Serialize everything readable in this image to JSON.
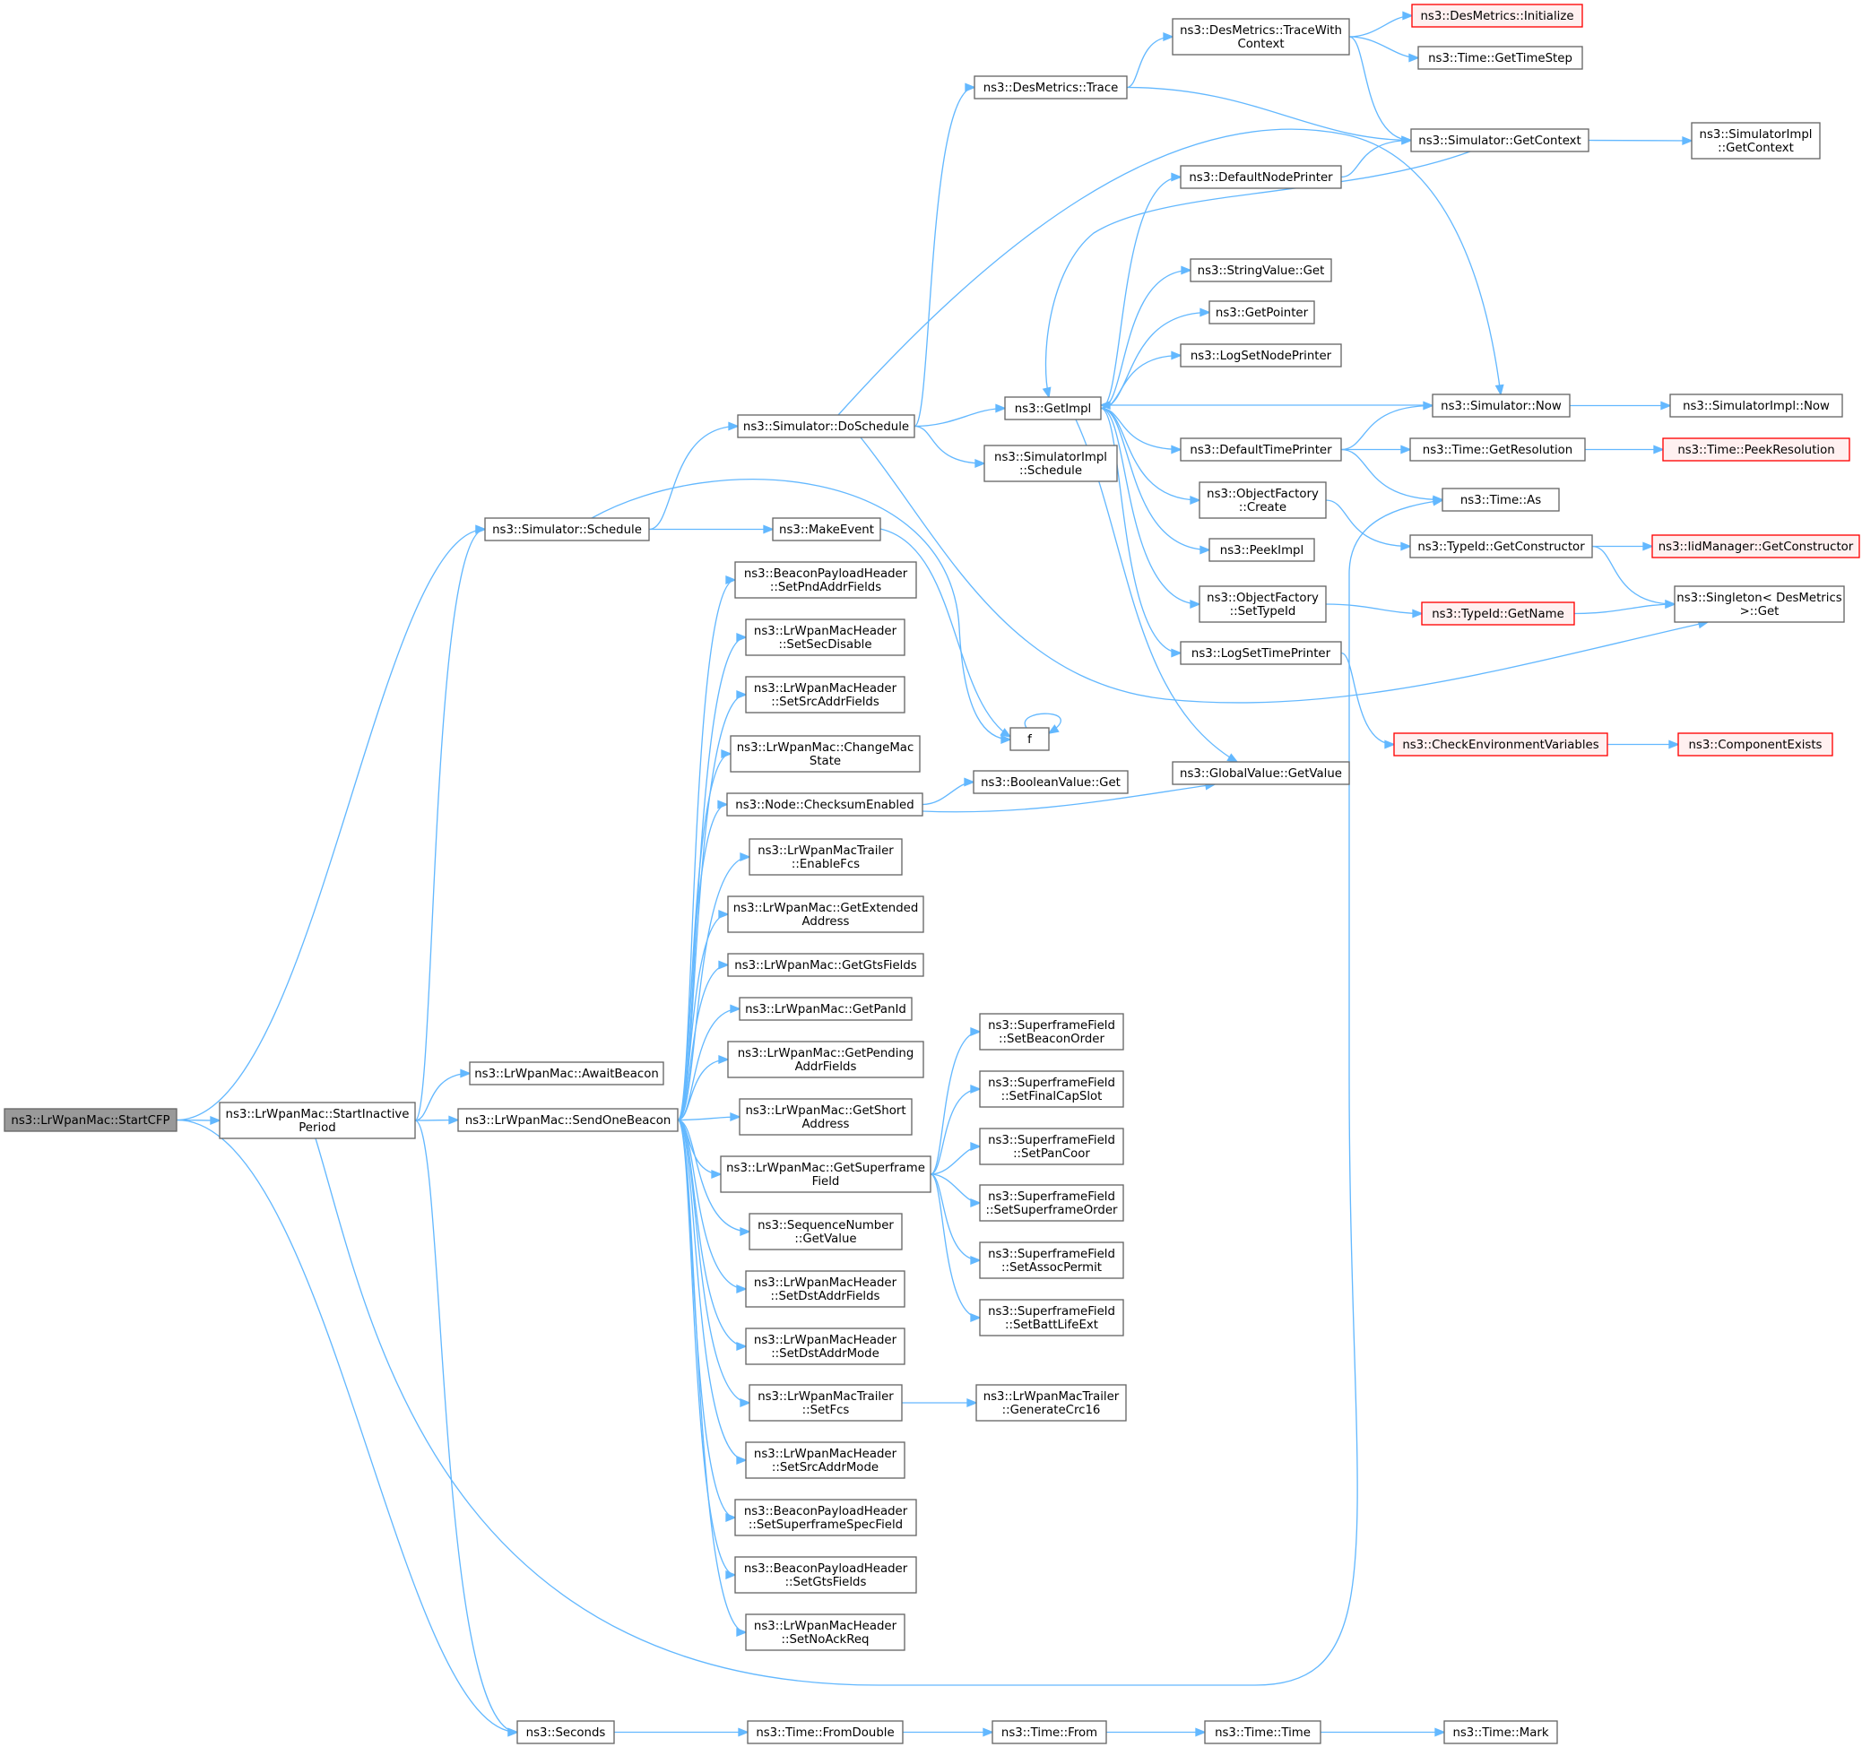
{
  "diagram": {
    "type": "call-graph",
    "colors": {
      "edge": "#63b8ff",
      "root_fill": "#999999",
      "node_border": "#666666",
      "truncated_border": "#ff0000",
      "truncated_fill": "#fff0f0"
    },
    "nodes": [
      {
        "id": "startcfp",
        "lines": [
          "ns3::LrWpanMac::StartCFP"
        ],
        "style": "root"
      },
      {
        "id": "startinactive",
        "lines": [
          "ns3::LrWpanMac::StartInactive",
          "Period"
        ]
      },
      {
        "id": "schedule",
        "lines": [
          "ns3::Simulator::Schedule"
        ]
      },
      {
        "id": "seconds",
        "lines": [
          "ns3::Seconds"
        ]
      },
      {
        "id": "awaitbeacon",
        "lines": [
          "ns3::LrWpanMac::AwaitBeacon"
        ]
      },
      {
        "id": "sendonebeacon",
        "lines": [
          "ns3::LrWpanMac::SendOneBeacon"
        ]
      },
      {
        "id": "doschedule",
        "lines": [
          "ns3::Simulator::DoSchedule"
        ]
      },
      {
        "id": "makeevent",
        "lines": [
          "ns3::MakeEvent"
        ]
      },
      {
        "id": "f",
        "lines": [
          "f"
        ]
      },
      {
        "id": "destrace",
        "lines": [
          "ns3::DesMetrics::Trace"
        ]
      },
      {
        "id": "tracewith",
        "lines": [
          "ns3::DesMetrics::TraceWith",
          "Context"
        ]
      },
      {
        "id": "desinit",
        "lines": [
          "ns3::DesMetrics::Initialize"
        ],
        "style": "red"
      },
      {
        "id": "gettimestep",
        "lines": [
          "ns3::Time::GetTimeStep"
        ]
      },
      {
        "id": "getcontext",
        "lines": [
          "ns3::Simulator::GetContext"
        ]
      },
      {
        "id": "simimplgetcontext",
        "lines": [
          "ns3::SimulatorImpl",
          "::GetContext"
        ]
      },
      {
        "id": "defaultnodeprinter",
        "lines": [
          "ns3::DefaultNodePrinter"
        ]
      },
      {
        "id": "stringvalueget",
        "lines": [
          "ns3::StringValue::Get"
        ]
      },
      {
        "id": "getpointer",
        "lines": [
          "ns3::GetPointer"
        ]
      },
      {
        "id": "logsetnodeprinter",
        "lines": [
          "ns3::LogSetNodePrinter"
        ]
      },
      {
        "id": "getimpl",
        "lines": [
          "ns3::GetImpl"
        ]
      },
      {
        "id": "simulatornow",
        "lines": [
          "ns3::Simulator::Now"
        ]
      },
      {
        "id": "simimplnow",
        "lines": [
          "ns3::SimulatorImpl::Now"
        ]
      },
      {
        "id": "defaulttimeprinter",
        "lines": [
          "ns3::DefaultTimePrinter"
        ]
      },
      {
        "id": "getresolution",
        "lines": [
          "ns3::Time::GetResolution"
        ]
      },
      {
        "id": "peekresolution",
        "lines": [
          "ns3::Time::PeekResolution"
        ],
        "style": "red"
      },
      {
        "id": "timeas",
        "lines": [
          "ns3::Time::As"
        ]
      },
      {
        "id": "simimplschedule",
        "lines": [
          "ns3::SimulatorImpl",
          "::Schedule"
        ]
      },
      {
        "id": "objfactorycreate",
        "lines": [
          "ns3::ObjectFactory",
          "::Create"
        ]
      },
      {
        "id": "getconstructor",
        "lines": [
          "ns3::TypeId::GetConstructor"
        ]
      },
      {
        "id": "iidgetconstructor",
        "lines": [
          "ns3::IidManager::GetConstructor"
        ],
        "style": "red"
      },
      {
        "id": "peekimpl",
        "lines": [
          "ns3::PeekImpl"
        ]
      },
      {
        "id": "settypeid",
        "lines": [
          "ns3::ObjectFactory",
          "::SetTypeId"
        ]
      },
      {
        "id": "typeidgetname",
        "lines": [
          "ns3::TypeId::GetName"
        ],
        "style": "red"
      },
      {
        "id": "singletonget",
        "lines": [
          "ns3::Singleton< DesMetrics",
          " >::Get"
        ]
      },
      {
        "id": "logsettimeprinter",
        "lines": [
          "ns3::LogSetTimePrinter"
        ]
      },
      {
        "id": "checkenv",
        "lines": [
          "ns3::CheckEnvironmentVariables"
        ],
        "style": "red"
      },
      {
        "id": "componentexists",
        "lines": [
          "ns3::ComponentExists"
        ],
        "style": "red"
      },
      {
        "id": "globalvaluegetvalue",
        "lines": [
          "ns3::GlobalValue::GetValue"
        ]
      },
      {
        "id": "booleanvalueget",
        "lines": [
          "ns3::BooleanValue::Get"
        ]
      },
      {
        "id": "setpndaddr",
        "lines": [
          "ns3::BeaconPayloadHeader",
          "::SetPndAddrFields"
        ]
      },
      {
        "id": "setsecdisable",
        "lines": [
          "ns3::LrWpanMacHeader",
          "::SetSecDisable"
        ]
      },
      {
        "id": "setsrcaddrfields",
        "lines": [
          "ns3::LrWpanMacHeader",
          "::SetSrcAddrFields"
        ]
      },
      {
        "id": "changemacstate",
        "lines": [
          "ns3::LrWpanMac::ChangeMac",
          "State"
        ]
      },
      {
        "id": "checksumenabled",
        "lines": [
          "ns3::Node::ChecksumEnabled"
        ]
      },
      {
        "id": "enablefcs",
        "lines": [
          "ns3::LrWpanMacTrailer",
          "::EnableFcs"
        ]
      },
      {
        "id": "getextended",
        "lines": [
          "ns3::LrWpanMac::GetExtended",
          "Address"
        ]
      },
      {
        "id": "getgtsfields",
        "lines": [
          "ns3::LrWpanMac::GetGtsFields"
        ]
      },
      {
        "id": "getpanid",
        "lines": [
          "ns3::LrWpanMac::GetPanId"
        ]
      },
      {
        "id": "getpending",
        "lines": [
          "ns3::LrWpanMac::GetPending",
          "AddrFields"
        ]
      },
      {
        "id": "getshort",
        "lines": [
          "ns3::LrWpanMac::GetShort",
          "Address"
        ]
      },
      {
        "id": "getsuperframe",
        "lines": [
          "ns3::LrWpanMac::GetSuperframe",
          "Field"
        ]
      },
      {
        "id": "seqgetvalue",
        "lines": [
          "ns3::SequenceNumber",
          "::GetValue"
        ]
      },
      {
        "id": "setdstaddrfields",
        "lines": [
          "ns3::LrWpanMacHeader",
          "::SetDstAddrFields"
        ]
      },
      {
        "id": "setdstaddrmode",
        "lines": [
          "ns3::LrWpanMacHeader",
          "::SetDstAddrMode"
        ]
      },
      {
        "id": "setfcs",
        "lines": [
          "ns3::LrWpanMacTrailer",
          "::SetFcs"
        ]
      },
      {
        "id": "generatecrc16",
        "lines": [
          "ns3::LrWpanMacTrailer",
          "::GenerateCrc16"
        ]
      },
      {
        "id": "setsrcaddrmode",
        "lines": [
          "ns3::LrWpanMacHeader",
          "::SetSrcAddrMode"
        ]
      },
      {
        "id": "setsuperframespec",
        "lines": [
          "ns3::BeaconPayloadHeader",
          "::SetSuperframeSpecField"
        ]
      },
      {
        "id": "bphsetgtsfields",
        "lines": [
          "ns3::BeaconPayloadHeader",
          "::SetGtsFields"
        ]
      },
      {
        "id": "setnoackreq",
        "lines": [
          "ns3::LrWpanMacHeader",
          "::SetNoAckReq"
        ]
      },
      {
        "id": "sfsetbeaconorder",
        "lines": [
          "ns3::SuperframeField",
          "::SetBeaconOrder"
        ]
      },
      {
        "id": "sfsetfinalcap",
        "lines": [
          "ns3::SuperframeField",
          "::SetFinalCapSlot"
        ]
      },
      {
        "id": "sfsetpancoor",
        "lines": [
          "ns3::SuperframeField",
          "::SetPanCoor"
        ]
      },
      {
        "id": "sfsetsforder",
        "lines": [
          "ns3::SuperframeField",
          "::SetSuperframeOrder"
        ]
      },
      {
        "id": "sfsetassoc",
        "lines": [
          "ns3::SuperframeField",
          "::SetAssocPermit"
        ]
      },
      {
        "id": "sfsetbatt",
        "lines": [
          "ns3::SuperframeField",
          "::SetBattLifeExt"
        ]
      },
      {
        "id": "fromdouble",
        "lines": [
          "ns3::Time::FromDouble"
        ]
      },
      {
        "id": "timefrom",
        "lines": [
          "ns3::Time::From"
        ]
      },
      {
        "id": "timetime",
        "lines": [
          "ns3::Time::Time"
        ]
      },
      {
        "id": "timemark",
        "lines": [
          "ns3::Time::Mark"
        ]
      }
    ],
    "edges": [
      [
        "startcfp",
        "startinactive"
      ],
      [
        "startcfp",
        "schedule"
      ],
      [
        "startcfp",
        "seconds"
      ],
      [
        "startinactive",
        "schedule"
      ],
      [
        "startinactive",
        "seconds"
      ],
      [
        "startinactive",
        "awaitbeacon"
      ],
      [
        "startinactive",
        "sendonebeacon"
      ],
      [
        "startinactive",
        "timeas"
      ],
      [
        "schedule",
        "doschedule"
      ],
      [
        "schedule",
        "makeevent"
      ],
      [
        "schedule",
        "f"
      ],
      [
        "makeevent",
        "f"
      ],
      [
        "f",
        "f"
      ],
      [
        "doschedule",
        "destrace"
      ],
      [
        "doschedule",
        "getimpl"
      ],
      [
        "doschedule",
        "simimplschedule"
      ],
      [
        "doschedule",
        "simulatornow"
      ],
      [
        "doschedule",
        "singletonget"
      ],
      [
        "destrace",
        "tracewith"
      ],
      [
        "destrace",
        "getcontext"
      ],
      [
        "tracewith",
        "desinit"
      ],
      [
        "tracewith",
        "gettimestep"
      ],
      [
        "tracewith",
        "getcontext"
      ],
      [
        "getcontext",
        "simimplgetcontext"
      ],
      [
        "getcontext",
        "getimpl"
      ],
      [
        "defaultnodeprinter",
        "getcontext"
      ],
      [
        "getimpl",
        "defaultnodeprinter"
      ],
      [
        "getimpl",
        "stringvalueget"
      ],
      [
        "getimpl",
        "getpointer"
      ],
      [
        "getimpl",
        "logsetnodeprinter"
      ],
      [
        "getimpl",
        "defaulttimeprinter"
      ],
      [
        "getimpl",
        "objfactorycreate"
      ],
      [
        "getimpl",
        "peekimpl"
      ],
      [
        "getimpl",
        "settypeid"
      ],
      [
        "getimpl",
        "logsettimeprinter"
      ],
      [
        "getimpl",
        "globalvaluegetvalue"
      ],
      [
        "simulatornow",
        "getimpl"
      ],
      [
        "simulatornow",
        "simimplnow"
      ],
      [
        "defaulttimeprinter",
        "simulatornow"
      ],
      [
        "defaulttimeprinter",
        "getresolution"
      ],
      [
        "defaulttimeprinter",
        "timeas"
      ],
      [
        "getresolution",
        "peekresolution"
      ],
      [
        "objfactorycreate",
        "getconstructor"
      ],
      [
        "getconstructor",
        "iidgetconstructor"
      ],
      [
        "getconstructor",
        "singletonget"
      ],
      [
        "settypeid",
        "typeidgetname"
      ],
      [
        "typeidgetname",
        "singletonget"
      ],
      [
        "logsettimeprinter",
        "checkenv"
      ],
      [
        "checkenv",
        "componentexists"
      ],
      [
        "checksumenabled",
        "booleanvalueget"
      ],
      [
        "checksumenabled",
        "globalvaluegetvalue"
      ],
      [
        "sendonebeacon",
        "setpndaddr"
      ],
      [
        "sendonebeacon",
        "setsecdisable"
      ],
      [
        "sendonebeacon",
        "setsrcaddrfields"
      ],
      [
        "sendonebeacon",
        "changemacstate"
      ],
      [
        "sendonebeacon",
        "checksumenabled"
      ],
      [
        "sendonebeacon",
        "enablefcs"
      ],
      [
        "sendonebeacon",
        "getextended"
      ],
      [
        "sendonebeacon",
        "getgtsfields"
      ],
      [
        "sendonebeacon",
        "getpanid"
      ],
      [
        "sendonebeacon",
        "getpending"
      ],
      [
        "sendonebeacon",
        "getshort"
      ],
      [
        "sendonebeacon",
        "getsuperframe"
      ],
      [
        "sendonebeacon",
        "seqgetvalue"
      ],
      [
        "sendonebeacon",
        "setdstaddrfields"
      ],
      [
        "sendonebeacon",
        "setdstaddrmode"
      ],
      [
        "sendonebeacon",
        "setfcs"
      ],
      [
        "sendonebeacon",
        "setsrcaddrmode"
      ],
      [
        "sendonebeacon",
        "setsuperframespec"
      ],
      [
        "sendonebeacon",
        "bphsetgtsfields"
      ],
      [
        "sendonebeacon",
        "setnoackreq"
      ],
      [
        "getsuperframe",
        "sfsetbeaconorder"
      ],
      [
        "getsuperframe",
        "sfsetfinalcap"
      ],
      [
        "getsuperframe",
        "sfsetpancoor"
      ],
      [
        "getsuperframe",
        "sfsetsforder"
      ],
      [
        "getsuperframe",
        "sfsetassoc"
      ],
      [
        "getsuperframe",
        "sfsetbatt"
      ],
      [
        "setfcs",
        "generatecrc16"
      ],
      [
        "seconds",
        "fromdouble"
      ],
      [
        "fromdouble",
        "timefrom"
      ],
      [
        "timefrom",
        "timetime"
      ],
      [
        "timetime",
        "timemark"
      ]
    ]
  }
}
